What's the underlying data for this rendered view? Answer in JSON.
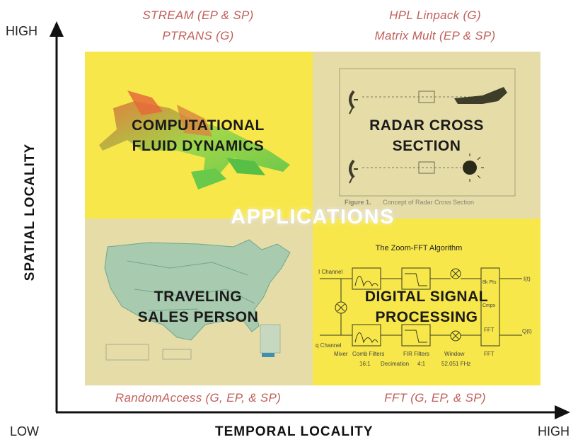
{
  "axes": {
    "y_label": "SPATIAL LOCALITY",
    "x_label": "TEMPORAL LOCALITY",
    "y_high": "HIGH",
    "x_low": "LOW",
    "x_high": "HIGH"
  },
  "benchmarks": {
    "top_left_1": "STREAM (EP & SP)",
    "top_left_2": "PTRANS (G)",
    "top_right_1": "HPL Linpack (G)",
    "top_right_2": "Matrix Mult (EP & SP)",
    "bottom_left": "RandomAccess (G, EP, & SP)",
    "bottom_right": "FFT (G, EP, & SP)"
  },
  "center_label": "APPLICATIONS",
  "quadrants": {
    "cfd": {
      "line1": "COMPUTATIONAL",
      "line2": "FLUID DYNAMICS"
    },
    "rcs": {
      "line1": "RADAR CROSS",
      "line2": "SECTION",
      "figure_caption_label": "Figure 1.",
      "figure_caption": "Concept of Radar Cross Section"
    },
    "tsp": {
      "line1": "TRAVELING",
      "line2": "SALES PERSON"
    },
    "dsp": {
      "line1": "DIGITAL SIGNAL",
      "line2": "PROCESSING",
      "figure_title": "The Zoom-FFT Algorithm",
      "i_channel": "I Channel",
      "q_channel": "q Channel",
      "mixer": "Mixer",
      "comb": "Comb Filters",
      "fir": "FIR Filters",
      "window": "Window",
      "fft": "FFT",
      "ratio1": "16:1",
      "decimation": "Decimation",
      "ratio2": "4:1",
      "freq": "52.051 FHz",
      "cmpx": "Cmpx",
      "pts": "8k Pts",
      "fft_block": "FFT",
      "out_i": "I(t)",
      "out_q": "Q(t)"
    }
  },
  "colors": {
    "yellow": "#f7e74a",
    "beige": "#e5dca8"
  }
}
